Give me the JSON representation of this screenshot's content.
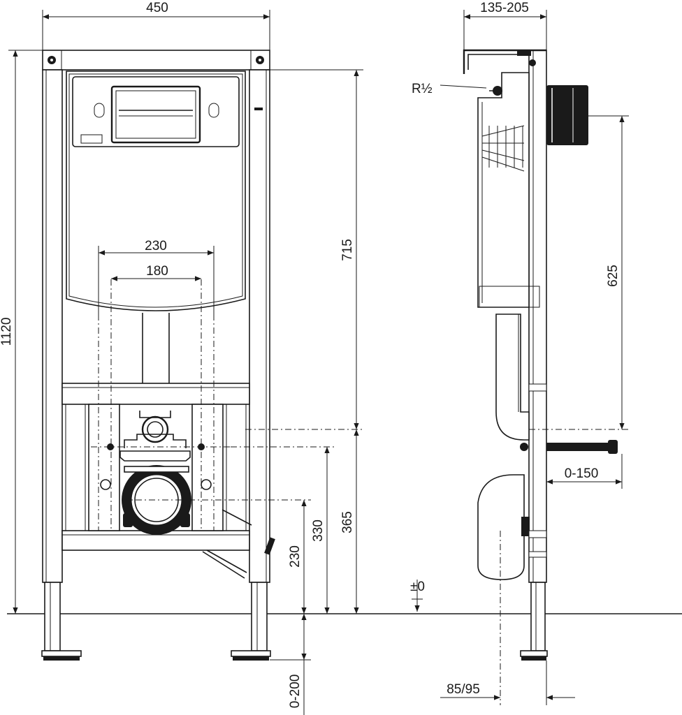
{
  "drawing": {
    "front_view": {
      "width": "450",
      "height": "1120",
      "tank_top_height": "715",
      "bolt_spacing_outer": "230",
      "bolt_spacing_inner": "180",
      "drain_height": "230",
      "bolt_height": "330",
      "inlet_height": "365",
      "leg_adjust": "0-200"
    },
    "side_view": {
      "depth_range": "135-205",
      "water_connection": "R½",
      "connection_height": "625",
      "stud_projection": "0-150",
      "floor_level": "±0",
      "drain_offset": "85/95"
    }
  }
}
